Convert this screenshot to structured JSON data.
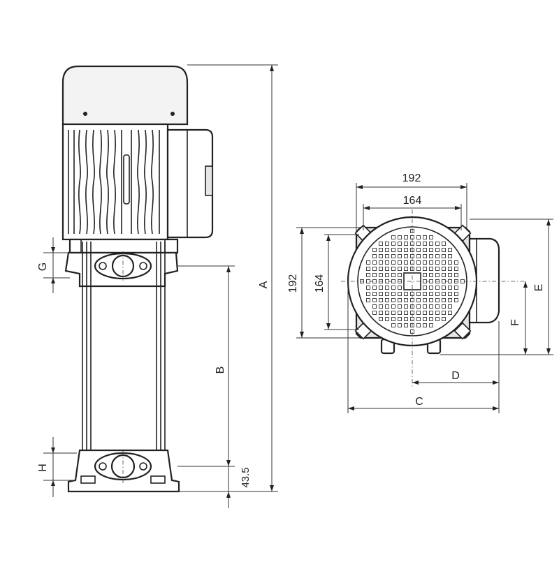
{
  "drawing": {
    "side_view": {
      "dimension_labels": {
        "a": "A",
        "b": "B",
        "g": "G",
        "h": "H",
        "base_height": "43.5"
      }
    },
    "end_view": {
      "dimension_labels": {
        "outer_width": "192",
        "inner_width": "164",
        "outer_height": "192",
        "inner_height": "164",
        "c": "C",
        "d": "D",
        "e": "E",
        "f": "F"
      }
    },
    "colors": {
      "line": "#222222",
      "body_fill": "#f3f3f3",
      "background": "#ffffff"
    }
  }
}
